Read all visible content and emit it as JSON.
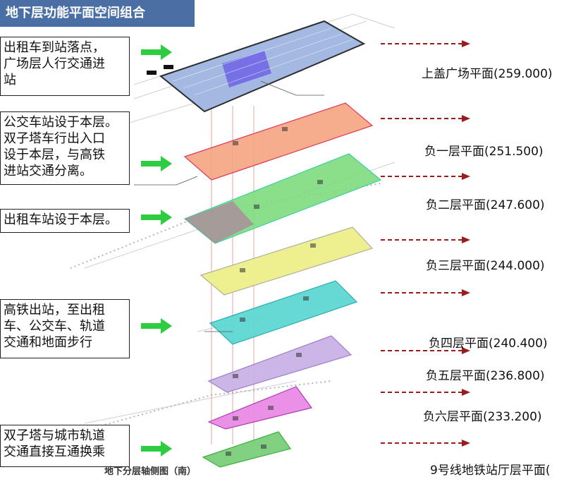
{
  "title": "地下层功能平面空间组合",
  "notes": [
    "出租车到站落点，\n广场层人行交通进\n站",
    "公交车站设于本层。\n双子塔车行出入口\n设于本层，与高铁\n进站交通分离。",
    "出租车站设于本层。",
    "高铁出站，至出租\n车、公交车、轨道\n交通和地面步行",
    "双子塔与城市轨道\n交通直接互通换乘"
  ],
  "levels": [
    "上盖广场平面(259.000)",
    "负一层平面(251.500)",
    "负二层平面(247.600)",
    "负三层平面(244.000)",
    "负四层平面(240.400)",
    "负五层平面(236.800)",
    "负六层平面(233.200)",
    "9号线地铁站厅层平面("
  ],
  "caption": "地下分层轴侧图（南）",
  "colors": {
    "title_bg": "#4a6fa5",
    "plaza": "#9fb6e0",
    "b1": "#f4a582",
    "b2": "#7fdc7f",
    "b3": "#eef08a",
    "b4": "#5fd7d2",
    "b5": "#c9b3e6",
    "b6": "#e98be6",
    "metro": "#7ccf7c",
    "arrow_green": "#2ecc40",
    "arrow_red": "#9b1c1c"
  }
}
